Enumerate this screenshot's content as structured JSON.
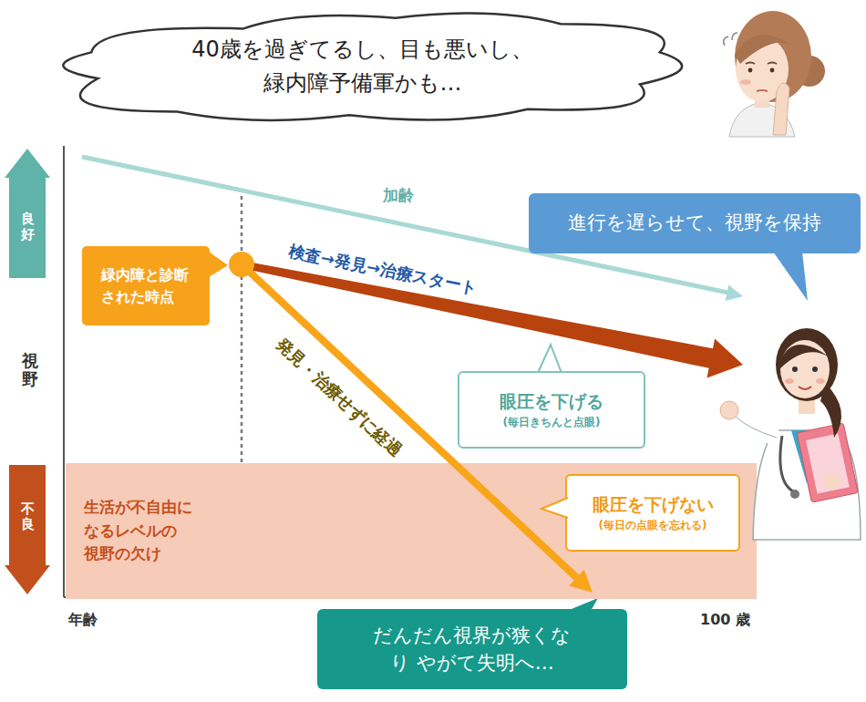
{
  "diagram": {
    "nodes": [
      {
        "text": [
          "40歳を過ぎてるし、目も悪いし、 緑内障予備軍かも…"
        ]
      },
      {
        "text": [
          "緑内障と診断 された時点"
        ]
      },
      {
        "text": [
          "進行を遅らせて、視野を保持"
        ]
      },
      {
        "text": [
          "眼圧を下げる",
          "(毎日きちんと点眼)"
        ]
      },
      {
        "text": [
          "生活が不自由に なるレベルの 視野の欠け"
        ]
      },
      {
        "text": [
          "眼圧を下げない",
          "(毎日の点眼を忘れる)"
        ],
        "in": 4
      },
      {
        "text": [
          "だんだん視界が狭くなり やがて失明へ…"
        ]
      }
    ],
    "labels": [
      "良好",
      "加齢",
      "検査→発見→治療スタート",
      "視野",
      "発見・治療せずに経過",
      "不良",
      "年齢",
      "100 歳"
    ]
  }
}
